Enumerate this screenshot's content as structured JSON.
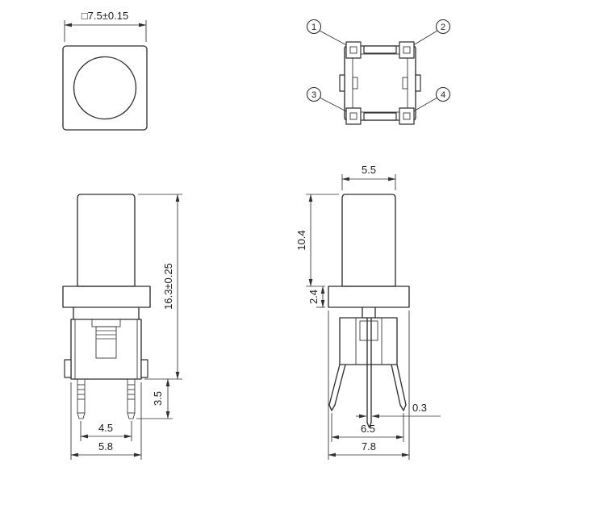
{
  "drawing": {
    "top_view": {
      "width_dim": "□7.5±0.15"
    },
    "bottom_view": {
      "pin_labels": [
        "1",
        "2",
        "3",
        "4"
      ]
    },
    "front_view": {
      "height_dim": "16.3±0.25",
      "pin_length_dim": "3.5",
      "pin_spacing_dim": "4.5",
      "body_width_dim": "5.8"
    },
    "side_view": {
      "cap_width_dim": "5.5",
      "cap_height_dim": "10.4",
      "flange_height_dim": "2.4",
      "pin_thickness_dim": "0.3",
      "foot_span_dim": "6.5",
      "flange_width_dim": "7.8"
    }
  }
}
